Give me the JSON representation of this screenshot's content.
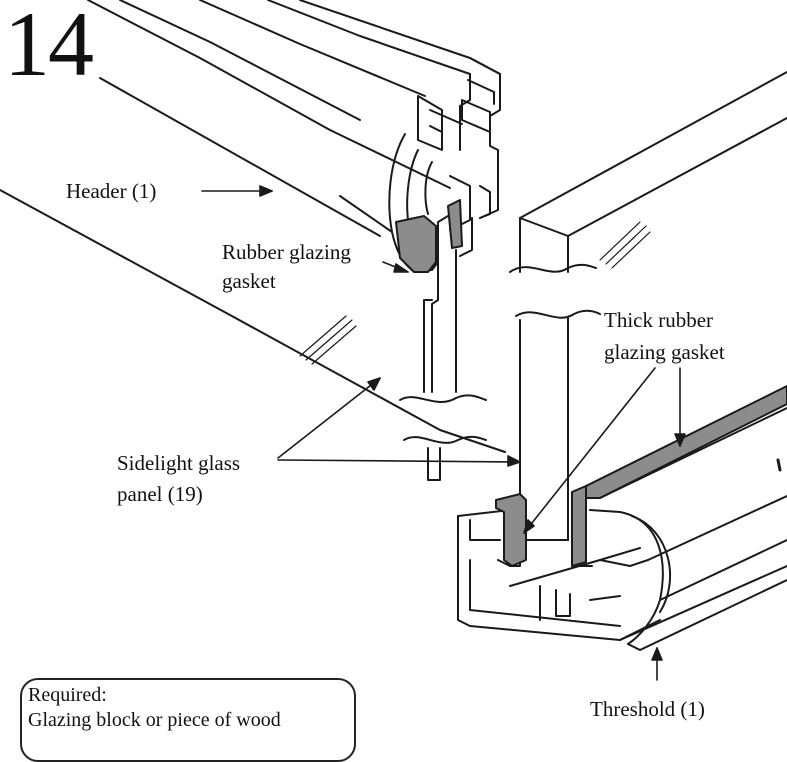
{
  "step": {
    "number": "14"
  },
  "callouts": {
    "header": "Header (1)",
    "rubber_gasket_line1": "Rubber glazing",
    "rubber_gasket_line2": "gasket",
    "thick_gasket_line1": "Thick rubber",
    "thick_gasket_line2": "glazing gasket",
    "sidelight_line1": "Sidelight glass",
    "sidelight_line2": "panel (19)",
    "threshold": "Threshold (1)"
  },
  "note": {
    "title": "Required:",
    "text": "Glazing block or piece of wood"
  },
  "colors": {
    "line": "#1a1a1a",
    "gasket_fill": "#8c8c8c",
    "background": "#ffffff"
  }
}
